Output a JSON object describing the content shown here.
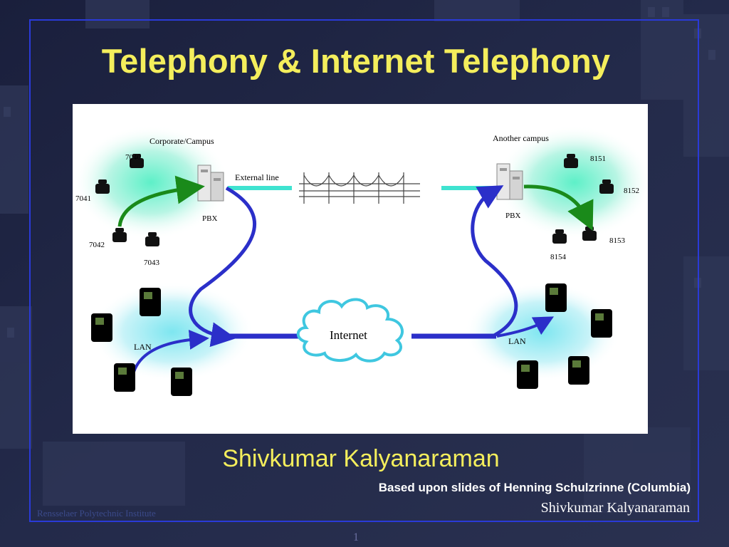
{
  "slide": {
    "title": "Telephony & Internet Telephony",
    "author": "Shivkumar Kalyanaraman",
    "credit": "Based upon slides of Henning Schulzrinne (Columbia)",
    "footer_name": "Shivkumar Kalyanaraman",
    "footer_institute": "Rensselaer Polytechnic Institute",
    "page_number": "1"
  },
  "diagram": {
    "left_site": {
      "label": "Corporate/Campus",
      "pbx": "PBX",
      "phones": [
        "7040",
        "7041",
        "7042",
        "7043"
      ],
      "lan": "LAN"
    },
    "external_line": "External line",
    "right_site": {
      "label": "Another campus",
      "pbx": "PBX",
      "phones": [
        "8151",
        "8152",
        "8153",
        "8154"
      ],
      "lan": "LAN"
    },
    "internet": "Internet"
  },
  "colors": {
    "title": "#f4ee5c",
    "frame": "#2a3ad8",
    "arrow_green": "#1a8a1a",
    "arrow_blue": "#2b2fc9",
    "line_cyan": "#3fe3d0"
  }
}
